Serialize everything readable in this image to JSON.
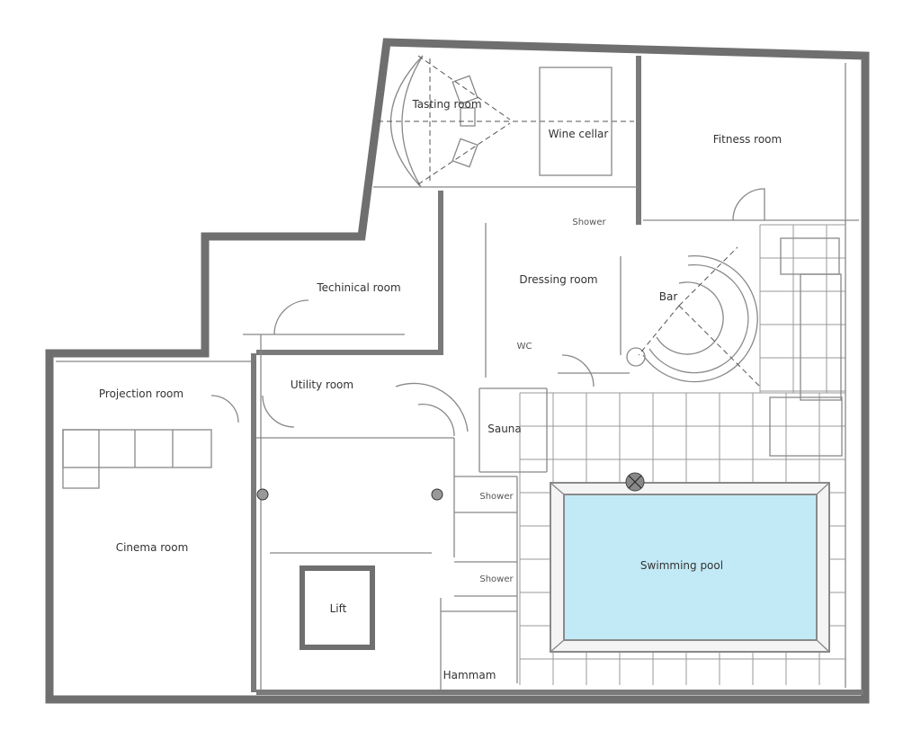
{
  "plan": {
    "colors": {
      "wall": "#6f6f6f",
      "pool": "#c2e9f6",
      "pool_frame": "#8a8a8a"
    },
    "rooms": {
      "tasting": "Tasting room",
      "wine": "Wine cellar",
      "fitness": "Fitness room",
      "technical": "Techinical room",
      "dressing": "Dressing room",
      "shower_top": "Shower",
      "bar": "Bar",
      "wc": "WC",
      "utility": "Utility room",
      "projection": "Projection room",
      "sauna": "Sauna",
      "shower_mid": "Shower",
      "shower_low": "Shower",
      "cinema": "Cinema room",
      "pool": "Swimming pool",
      "lift": "Lift",
      "hammam": "Hammam"
    }
  }
}
